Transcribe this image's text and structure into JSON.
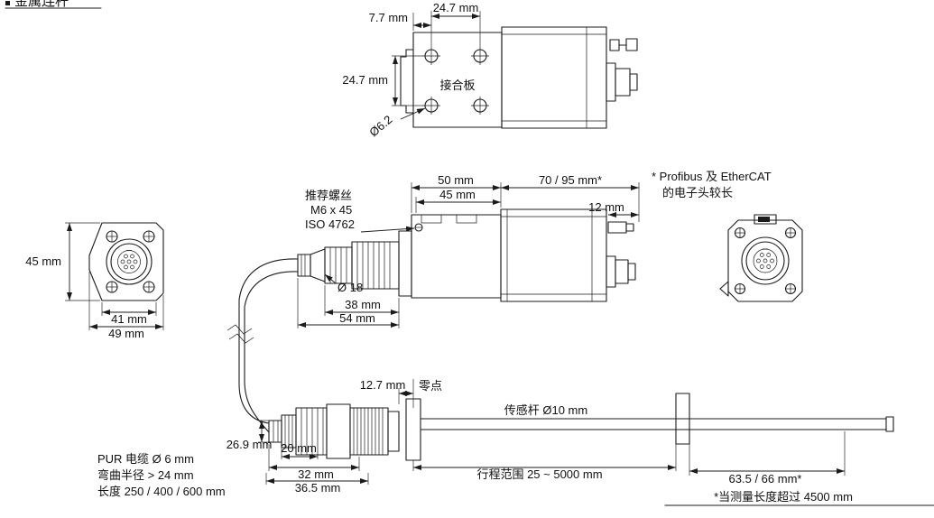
{
  "heading": {
    "text": "金属连杆"
  },
  "plate_view": {
    "dim_a": "7.7 mm",
    "dim_b": "24.7 mm",
    "dim_c": "24.7 mm",
    "plate_label": "接合板",
    "hole_dia": "Ø6.2"
  },
  "side_view": {
    "screw_line1": "推荐螺丝",
    "screw_line2": "M6 x 45",
    "screw_line3": "ISO 4762",
    "dim_50": "50 mm",
    "dim_45": "45 mm",
    "dim_70_95": "70 / 95 mm*",
    "dim_12": "12 mm",
    "note_line1": "* Profibus 及 EtherCAT",
    "note_line2": "的电子头较长",
    "dia_18": "Ø 18",
    "dim_38": "38 mm",
    "dim_54": "54 mm"
  },
  "front_view": {
    "dim_45": "45 mm",
    "dim_41": "41 mm",
    "dim_49": "49 mm"
  },
  "rod_view": {
    "dim_12_7": "12.7 mm",
    "zero_label": "零点",
    "rod_label": "传感杆 Ø10 mm",
    "dim_26_9": "26.9 mm",
    "dim_20": "20 mm",
    "dim_32": "32 mm",
    "dim_36_5": "36.5 mm",
    "stroke_label": "行程范围 25 ~ 5000 mm",
    "dim_63_5": "63.5 / 66 mm*",
    "footnote": "*当测量长度超过 4500 mm"
  },
  "cable_note": {
    "line1": "PUR 电缆 Ø 6 mm",
    "line2": "弯曲半径 > 24 mm",
    "line3": "长度 250 / 400 / 600 mm"
  }
}
